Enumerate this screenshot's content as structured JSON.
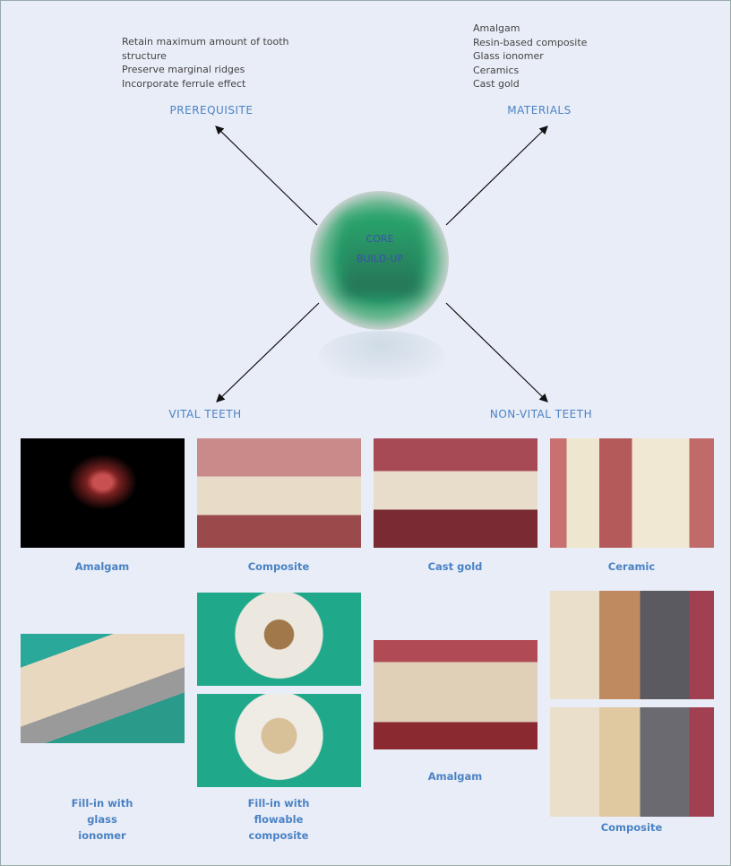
{
  "prerequisite": {
    "title": "PREREQUISITE",
    "items": [
      "Retain maximum amount of tooth",
      "structure",
      "Preserve marginal ridges",
      "Incorporate ferrule effect"
    ]
  },
  "materials": {
    "title": "MATERIALS",
    "items": [
      "Amalgam",
      "Resin-based composite",
      "Glass ionomer",
      "Ceramics",
      "Cast gold"
    ]
  },
  "center": {
    "line1": "CORE",
    "line2": "BUILD-UP"
  },
  "vital": {
    "title": "VITAL TEETH",
    "captions": {
      "amalgam": "Amalgam",
      "composite": "Composite",
      "glass": [
        "Fill-in with",
        "glass",
        "ionomer"
      ],
      "flowable": [
        "Fill-in with",
        "flowable",
        "composite"
      ]
    }
  },
  "nonvital": {
    "title": "NON-VITAL TEETH",
    "captions": {
      "castgold": "Cast gold",
      "ceramic": "Ceramic",
      "amalgam": "Amalgam",
      "composite": "Composite"
    }
  }
}
